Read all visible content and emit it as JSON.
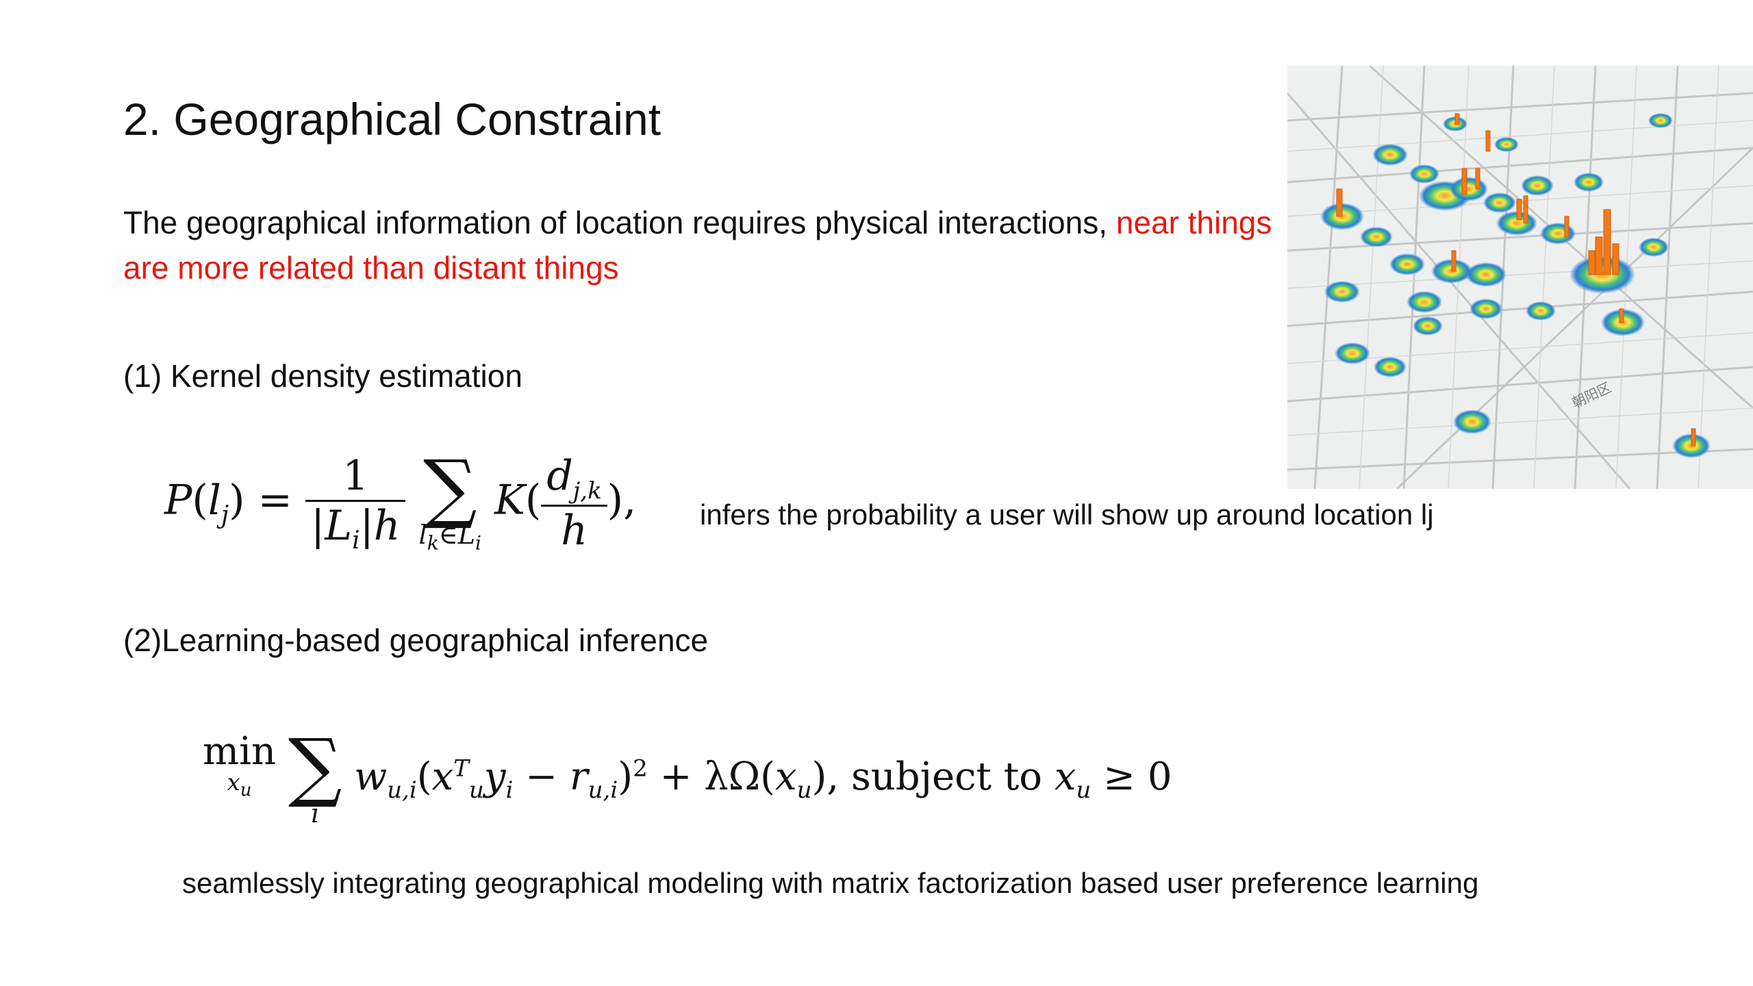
{
  "slide": {
    "title": "2. Geographical Constraint",
    "intro_prefix": "The geographical information of location requires physical interactions, ",
    "intro_highlight": "near things are more related than distant things",
    "section1_heading": "(1) Kernel density estimation",
    "section1_caption": "infers the probability a user will show up around location lj",
    "section2_heading": "(2)Learning-based geographical inference",
    "section2_caption": "seamlessly integrating geographical modeling with matrix factorization based user preference learning"
  },
  "map_image": {
    "icon": "heatmap-city-map-image",
    "map_labels": [
      "朝阳区"
    ]
  },
  "colors": {
    "highlight": "#e8180f",
    "text": "#111111"
  }
}
